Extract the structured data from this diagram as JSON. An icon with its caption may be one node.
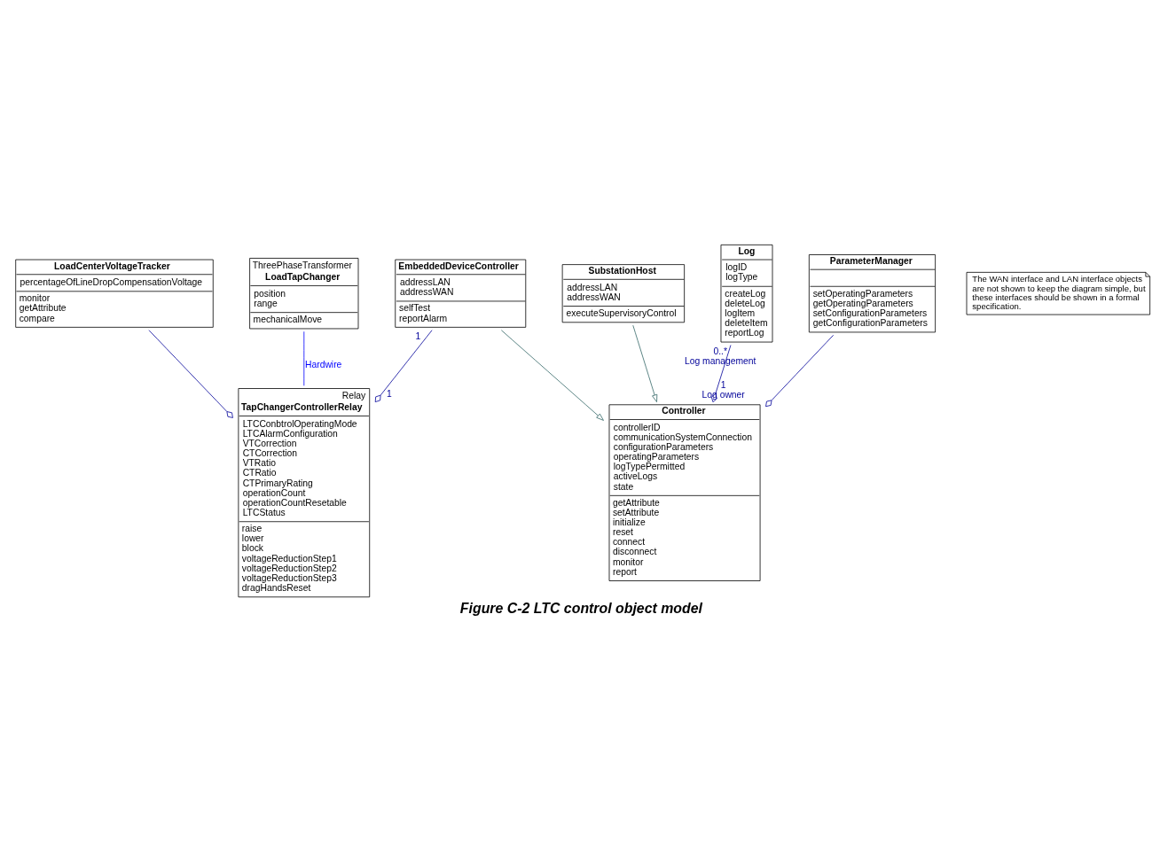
{
  "diagram": {
    "caption": "Figure C-2 LTC control object model",
    "nodes": [
      {
        "text": [
          "Controller",
          "controllerID communicationSystemConnection configurationParameters operatingParameters logTypePermitted activeLogs state",
          "getAttribute setAttribute initialize reset connect disconnect monitor report"
        ]
      },
      {
        "text": [
          "Log",
          "logID logType",
          "createLog deleteLog logItem deleteItem reportLog"
        ]
      },
      {
        "text": [
          "EmbeddedDeviceController",
          "addressLAN addressWAN",
          "selfTest reportAlarm"
        ]
      },
      {
        "text": [
          "Relay",
          "TapChangerControllerRelay",
          "LTCConbtrolOperatingMode LTCAlarmConfiguration VTCorrection CTCorrection VTRatio CTRatio CTPrimaryRating operationCount operationCountResetable LTCStatus",
          "raise lower block voltageReductionStep1 voltageReductionStep2 voltageReductionStep3 dragHandsReset"
        ]
      },
      {
        "text": [
          "ParameterManager",
          "setOperatingParameters getOperatingParameters setConfigurationParameters getConfigurationParameters"
        ]
      },
      {
        "text": [
          "SubstationHost",
          "addressLAN addressWAN",
          "executeSupervisoryControl"
        ]
      },
      {
        "text": [
          "ThreePhaseTransformer",
          "LoadTapChanger",
          "position range",
          "mechanicalMove"
        ]
      },
      {
        "text": [
          "LoadCenterVoltageTracker",
          "percentageOfLineDropCompensationVoltage",
          "monitor getAttribute compare"
        ]
      },
      {
        "text": [
          "The WAN interface and LAN interface objects are not shown to keep the diagram simple, but these interfaces should be shown in a formal specification."
        ]
      }
    ],
    "edges": [
      {
        "from": 1,
        "to": 0,
        "arrow": "other"
      },
      {
        "from": 2,
        "to": 0,
        "arrow": "to",
        "color": "#336666"
      },
      {
        "from": 4,
        "to": 0,
        "arrow": "other"
      },
      {
        "from": 2,
        "to": 3,
        "arrow": "other"
      },
      {
        "from": 5,
        "to": 0,
        "arrow": "to",
        "color": "#336666"
      },
      {
        "from": 6,
        "to": 3,
        "arrow": "none",
        "label": "Hardwire",
        "color": "#0000ff"
      },
      {
        "from": 7,
        "to": 3,
        "arrow": "other"
      }
    ],
    "labels": [
      "1",
      "Log owner",
      "0..*",
      "Log management",
      "1",
      "1"
    ]
  }
}
